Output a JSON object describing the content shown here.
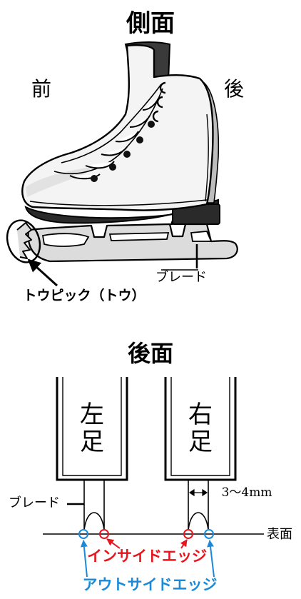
{
  "side_view": {
    "title": "側面",
    "front_label": "前",
    "back_label": "後",
    "blade_label": "ブレード",
    "toe_pick_label": "トウピック（トウ）"
  },
  "rear_view": {
    "title": "後面",
    "left_foot_label_1": "左",
    "left_foot_label_2": "足",
    "right_foot_label_1": "右",
    "right_foot_label_2": "足",
    "blade_label": "ブレード",
    "width_label": "3～4mm",
    "surface_label": "表面",
    "inside_edge_label": "インサイドエッジ",
    "outside_edge_label": "アウトサイドエッジ"
  },
  "colors": {
    "outline": "#000000",
    "boot_fill": "#f4f4f4",
    "boot_shadow": "#d0d0d0",
    "sole": "#2a2a2a",
    "blade_fill": "#dcdcdc",
    "inside_edge": "#e8141e",
    "outside_edge": "#1a8ad8"
  }
}
